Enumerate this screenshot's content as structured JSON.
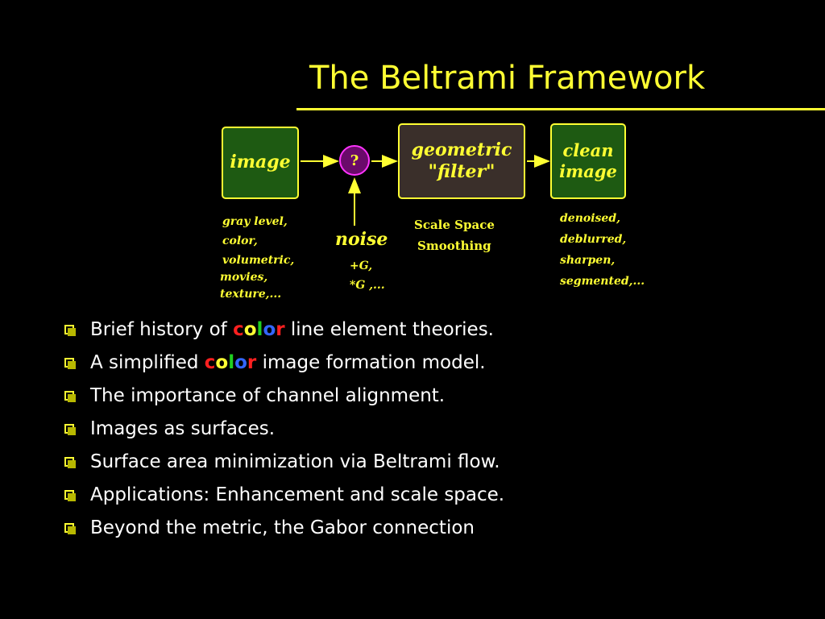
{
  "title": "The Beltrami Framework",
  "diagram": {
    "image_box": "image",
    "question_mark": "?",
    "filter_box": [
      "geometric",
      "\"filter\""
    ],
    "clean_box": [
      "clean",
      "image"
    ],
    "inputs": [
      "gray level,",
      "color,",
      "volumetric,",
      "movies,",
      "texture,..."
    ],
    "noise": "noise",
    "noise_types": [
      "+G,",
      "*G ,..."
    ],
    "scale_space": [
      "Scale Space",
      "Smoothing"
    ],
    "outputs": [
      "denoised,",
      "deblurred,",
      "sharpen,",
      "segmented,..."
    ]
  },
  "bullets": [
    {
      "before": "Brief history of ",
      "word": [
        "c",
        "o",
        "l",
        "o",
        "r"
      ],
      "after": " line element theories."
    },
    {
      "before": "A simplified ",
      "word": [
        "c",
        "o",
        "l",
        "o",
        "r"
      ],
      "after": " image formation model."
    },
    {
      "text": "The importance of channel alignment."
    },
    {
      "text": "Images as surfaces."
    },
    {
      "text": "Surface area minimization via Beltrami flow."
    },
    {
      "text": "Applications: Enhancement and scale space."
    },
    {
      "text": "Beyond the metric, the Gabor connection"
    }
  ],
  "colors": {
    "background": "#000000",
    "accent": "#ffff33",
    "box_green": "#1e5a12",
    "box_dark": "#3a2f2a",
    "noise_circle": "#ff33ff",
    "color_word": [
      "#ff2020",
      "#ffff33",
      "#20d020",
      "#3366ff",
      "#ff2020"
    ]
  }
}
